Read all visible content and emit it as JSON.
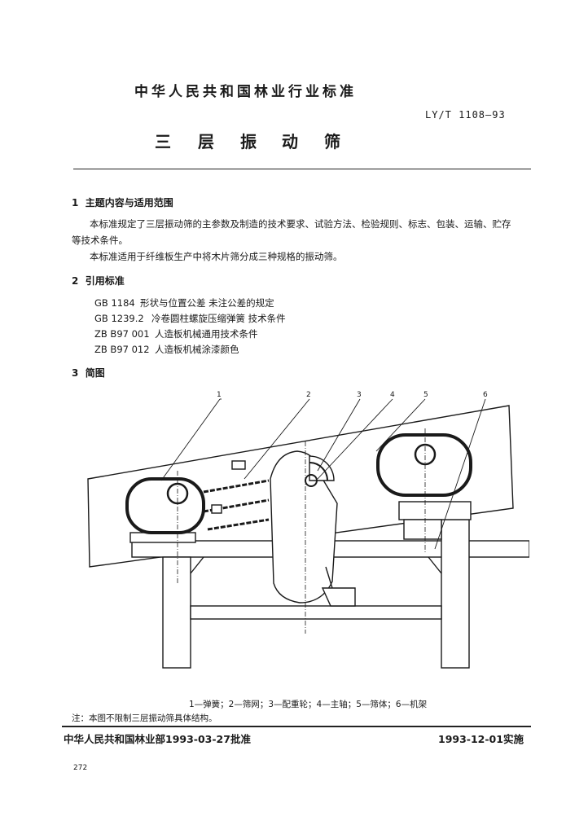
{
  "header": {
    "standard_org": "中华人民共和国林业行业标准",
    "code": "LY/T 1108—93",
    "title_chars": [
      "三",
      "层",
      "振",
      "动",
      "筛"
    ]
  },
  "sections": [
    {
      "number": "1",
      "title": "主题内容与适用范围",
      "paragraphs": [
        "本标准规定了三层振动筛的主参数及制造的技术要求、试验方法、检验规则、标志、包装、运输、贮存",
        "等技术条件。",
        "本标准适用于纤维板生产中将木片筛分成三种规格的振动筛。"
      ]
    },
    {
      "number": "2",
      "title": "引用标准",
      "refs": [
        {
          "code": "GB 1184",
          "name": "形状与位置公差   未注公差的规定"
        },
        {
          "code": "GB 1239.2",
          "name": "冷卷圆柱螺旋压缩弹簧   技术条件"
        },
        {
          "code": "ZB B97 001",
          "name": "人造板机械通用技术条件"
        },
        {
          "code": "ZB B97 012",
          "name": "人造板机械涂漆颜色"
        }
      ]
    },
    {
      "number": "3",
      "title": "简图"
    }
  ],
  "figure": {
    "callouts": [
      "1",
      "2",
      "3",
      "4",
      "5",
      "6"
    ],
    "caption": "1—弹簧；2—筛网；3—配重轮；4—主轴；5—筛体；6—机架",
    "note": "注：本图不限制三层振动筛具体结构。"
  },
  "footer": {
    "approval": "中华人民共和国林业部1993-03-27批准",
    "implementation": "1993-12-01实施",
    "page_number": "272"
  }
}
